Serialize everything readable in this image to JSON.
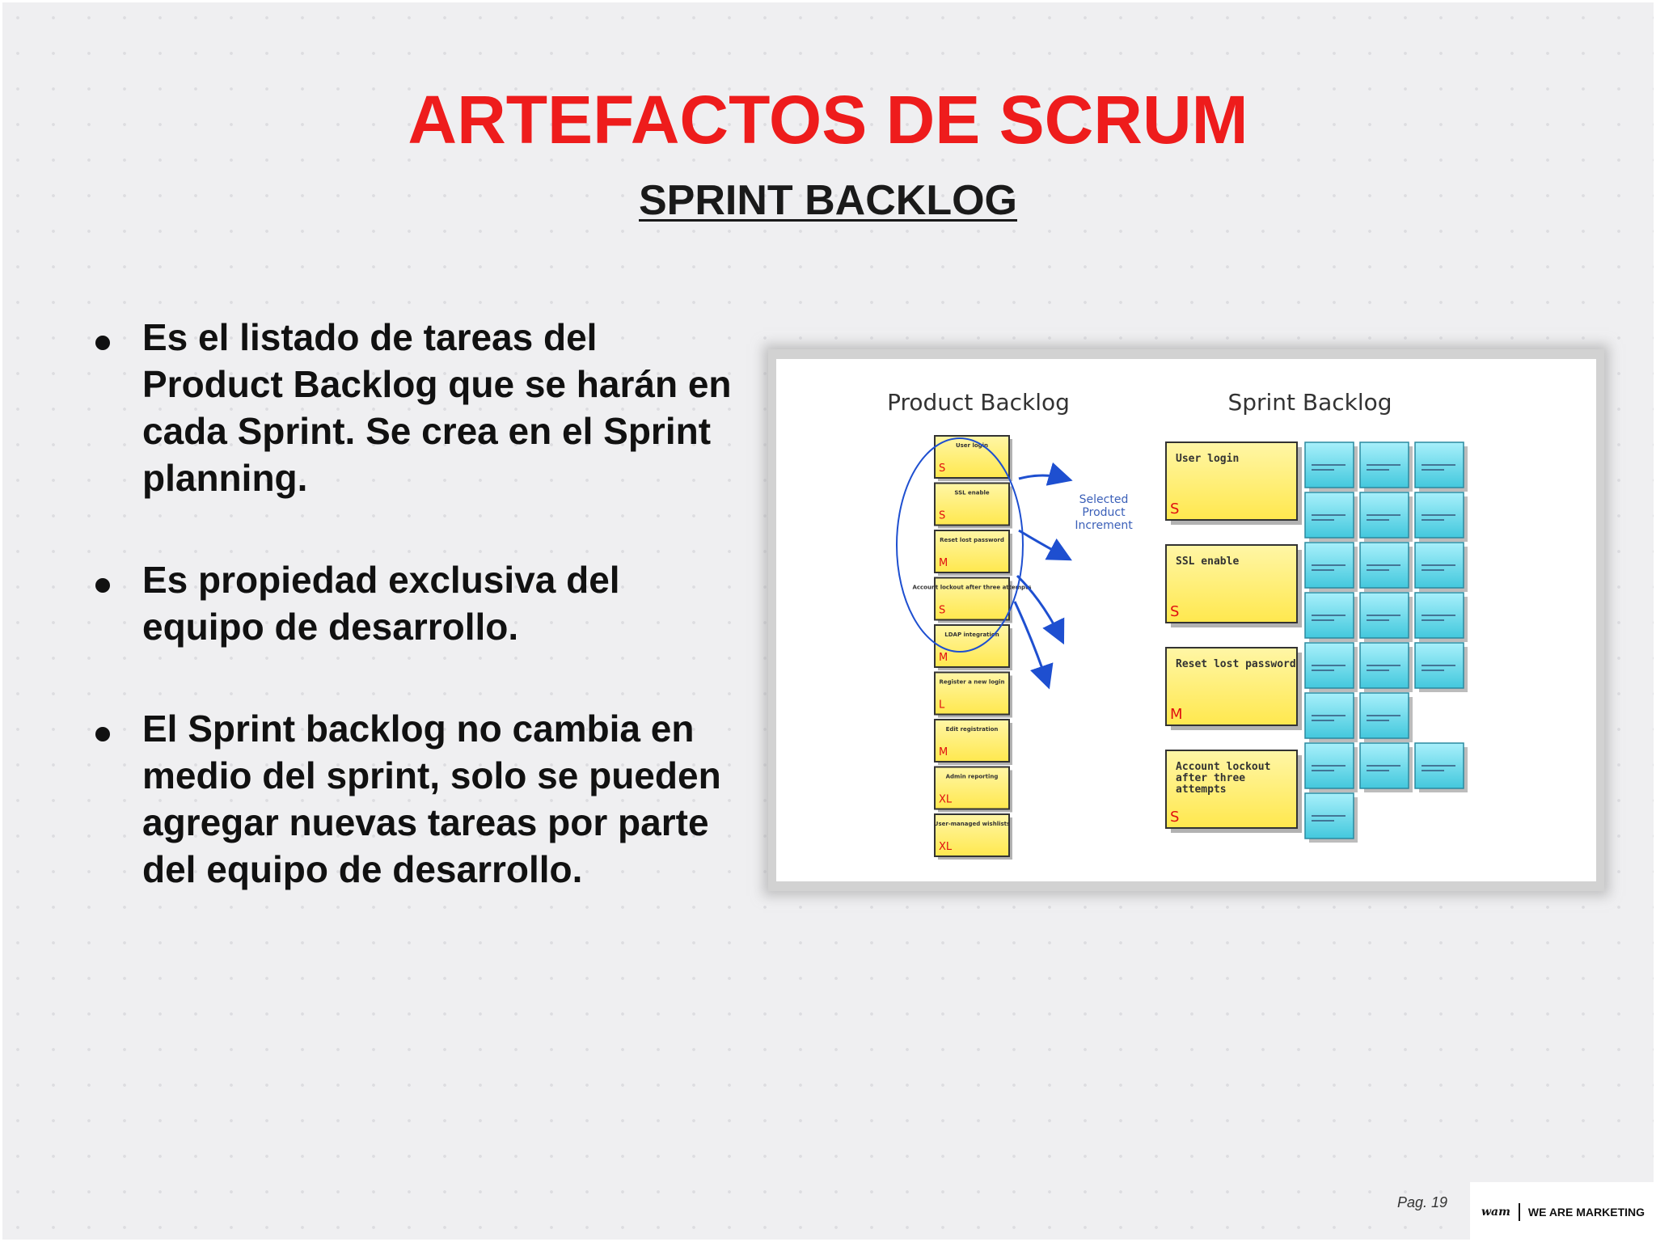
{
  "slide": {
    "title": "ARTEFACTOS DE SCRUM",
    "subtitle": "SPRINT BACKLOG",
    "bullets": [
      "Es el listado de tareas del Product Backlog que se harán en cada Sprint. Se crea en el Sprint planning.",
      "Es propiedad exclusiva del equipo de desarrollo.",
      "El Sprint backlog no cambia en medio del sprint, solo se pueden agregar nuevas tareas por parte del equipo de desarrollo."
    ]
  },
  "diagram": {
    "product_backlog_label": "Product Backlog",
    "sprint_backlog_label": "Sprint Backlog",
    "selected_label": [
      "Selected",
      "Product",
      "Increment"
    ],
    "product_items": [
      {
        "name": "User login",
        "size": "S"
      },
      {
        "name": "SSL enable",
        "size": "S"
      },
      {
        "name": "Reset lost password",
        "size": "M"
      },
      {
        "name": "Account lockout after three attempts",
        "size": "S"
      },
      {
        "name": "LDAP integration",
        "size": "M"
      },
      {
        "name": "Register a new login",
        "size": "L"
      },
      {
        "name": "Edit registration",
        "size": "M"
      },
      {
        "name": "Admin reporting",
        "size": "XL"
      },
      {
        "name": "User-managed wishlists",
        "size": "XL"
      }
    ],
    "sprint_items": [
      {
        "lines": [
          "User login"
        ],
        "size": "S"
      },
      {
        "lines": [
          "SSL enable"
        ],
        "size": "S"
      },
      {
        "lines": [
          "Reset lost password"
        ],
        "size": "M"
      },
      {
        "lines": [
          "Account lockout",
          "after three",
          "attempts"
        ],
        "size": "S"
      }
    ],
    "task_rows": [
      3,
      3,
      3,
      3,
      3,
      2,
      3,
      1
    ],
    "colors": {
      "story": "#fff07a",
      "task": "#66d8ea",
      "arrow": "#1e4fd0",
      "size": "#e01010"
    }
  },
  "footer": {
    "page": "Pag. 19",
    "logo_mark": "wam",
    "logo_text": "WE ARE MARKETING"
  }
}
